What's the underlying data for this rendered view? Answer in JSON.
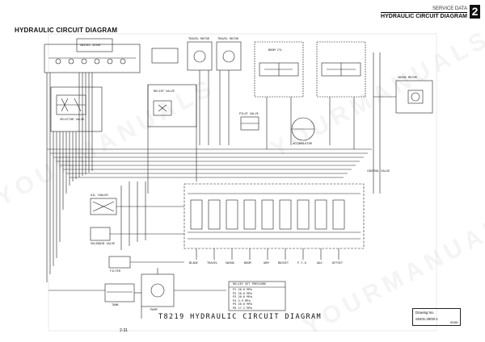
{
  "header": {
    "service_label": "SERVICE DATA",
    "section_title": "HYDRAULIC CIRCUIT DIAGRAM",
    "section_number": "2"
  },
  "page_title": "HYDRAULIC CIRCUIT DIAGRAM",
  "diagram_title": "T8219 HYDRAULIC CIRCUIT DIAGRAM",
  "page_number": "2-31",
  "drawing": {
    "label": "Drawing No.",
    "number": "S0401-29/00-1",
    "code": "S0481"
  },
  "watermark": "YOURMANUALS",
  "components": [
    {
      "id": "swivel-joint",
      "text": "SWIVEL JOINT"
    },
    {
      "id": "selector-valve",
      "text": "SELECTOR VALVE"
    },
    {
      "id": "relief-valve",
      "text": "RELIEF VALVE"
    },
    {
      "id": "travel-motor-left",
      "text": "TRAVEL MOTOR"
    },
    {
      "id": "travel-motor-right",
      "text": "TRAVEL MOTOR"
    },
    {
      "id": "boom-cyl",
      "text": "BOOM CYL"
    },
    {
      "id": "control-valve",
      "text": "CONTROL VALVE"
    },
    {
      "id": "swing-motor",
      "text": "SWING MOTOR"
    },
    {
      "id": "oil-cooler",
      "text": "OIL COOLER"
    },
    {
      "id": "pump",
      "text": "PUMP"
    },
    {
      "id": "tank",
      "text": "TANK"
    },
    {
      "id": "pilot-valve",
      "text": "PILOT VALVE"
    },
    {
      "id": "filter",
      "text": "FILTER"
    },
    {
      "id": "solenoid-valve",
      "text": "SOLENOID VALVE"
    },
    {
      "id": "accumulator",
      "text": "ACCUMULATOR"
    }
  ],
  "sections": [
    "BLADE",
    "TRAVEL",
    "SWING",
    "BOOM",
    "ARM",
    "BUCKET",
    "P.T.O",
    "AUX",
    "OFFSET"
  ],
  "pressure_table": {
    "title": "RELIEF SET PRESSURE",
    "rows": [
      "P1 20.6 MPa",
      "P2 20.6 MPa",
      "P3 20.6 MPa",
      "P4 3.9 MPa",
      "P5 20.6 MPa",
      "P6 17.2 MPa"
    ]
  }
}
